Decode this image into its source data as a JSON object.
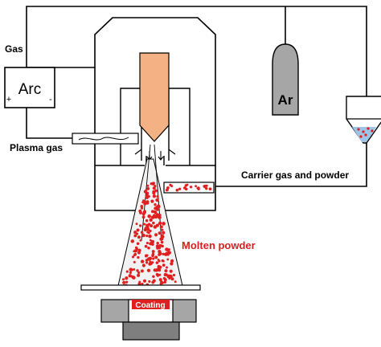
{
  "labels": {
    "gas": "Gas",
    "arc": "Arc",
    "plus": "+",
    "minus": "-",
    "argon": "Ar",
    "plasma_gas": "Plasma gas",
    "carrier_gas": "Carrier gas and powder",
    "molten_powder": "Molten powder",
    "coating": "Coating"
  },
  "colors": {
    "line": "#000000",
    "electrode": "#f4b183",
    "argon_cylinder": "#a6a6a6",
    "particles": "#e02020",
    "molten_label": "#d62020",
    "powder_hopper": "#9dc3e6",
    "substrate_top": "#a6a6a6",
    "substrate_base": "#7f7f7f",
    "spray_cone": "#f2f2f2"
  }
}
